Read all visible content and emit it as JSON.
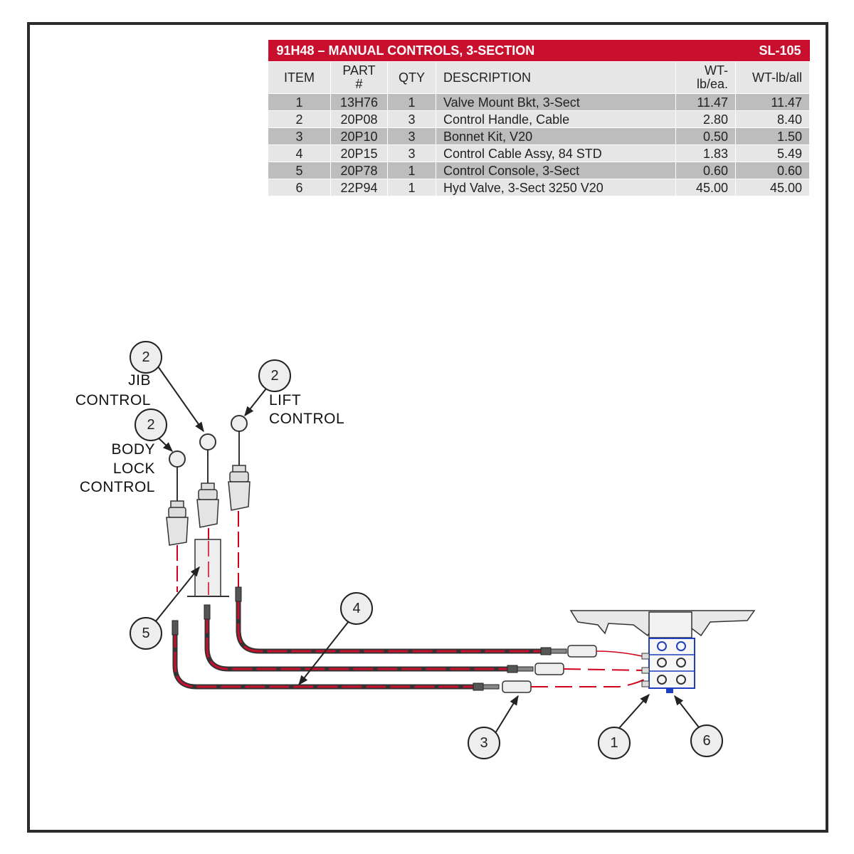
{
  "table": {
    "title": "91H48 – MANUAL CONTROLS, 3-SECTION",
    "sheet": "SL-105",
    "headers": {
      "item": "ITEM",
      "part_line1": "PART",
      "part_line2": "#",
      "qty": "QTY",
      "description": "DESCRIPTION",
      "wt_each_line1": "WT-",
      "wt_each_line2": "lb/ea.",
      "wt_all": "WT-lb/all"
    },
    "rows": [
      {
        "item": "1",
        "part": "13H76",
        "qty": "1",
        "description": "Valve Mount Bkt, 3-Sect",
        "wt_each": "11.47",
        "wt_all": "11.47"
      },
      {
        "item": "2",
        "part": "20P08",
        "qty": "3",
        "description": "Control Handle, Cable",
        "wt_each": "2.80",
        "wt_all": "8.40"
      },
      {
        "item": "3",
        "part": "20P10",
        "qty": "3",
        "description": "Bonnet Kit, V20",
        "wt_each": "0.50",
        "wt_all": "1.50"
      },
      {
        "item": "4",
        "part": "20P15",
        "qty": "3",
        "description": "Control Cable Assy, 84 STD",
        "wt_each": "1.83",
        "wt_all": "5.49"
      },
      {
        "item": "5",
        "part": "20P78",
        "qty": "1",
        "description": "Control Console, 3-Sect",
        "wt_each": "0.60",
        "wt_all": "0.60"
      },
      {
        "item": "6",
        "part": "22P94",
        "qty": "1",
        "description": "Hyd Valve, 3-Sect 3250 V20",
        "wt_each": "45.00",
        "wt_all": "45.00"
      }
    ]
  },
  "labels": {
    "jib_line1": "JIB",
    "jib_line2": "CONTROL",
    "lift_line1": "LIFT",
    "lift_line2": "CONTROL",
    "body_line1": "BODY",
    "body_line2": "LOCK",
    "body_line3": "CONTROL"
  },
  "callouts": {
    "handle_jib": "2",
    "handle_lift": "2",
    "handle_body": "2",
    "console": "5",
    "cable": "4",
    "bonnet": "3",
    "bracket": "1",
    "valve": "6"
  },
  "colors": {
    "accent": "#c8102e",
    "cable_red": "#d0021b",
    "valve_blue": "#1f3fbf"
  }
}
